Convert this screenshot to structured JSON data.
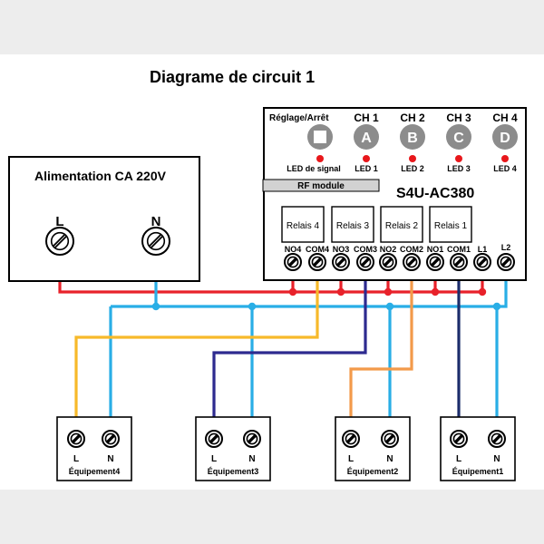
{
  "title": "Diagrame de circuit 1",
  "power_supply": {
    "label": "Alimentation CA 220V",
    "terminal_l": "L",
    "terminal_n": "N"
  },
  "module": {
    "model": "S4U-AC380",
    "rf_label": "RF module",
    "setup_label": "Réglage/Arrêt",
    "signal_led_label": "LED de signal",
    "channels": [
      {
        "name": "CH 1",
        "letter": "A",
        "led": "LED 1"
      },
      {
        "name": "CH 2",
        "letter": "B",
        "led": "LED 2"
      },
      {
        "name": "CH 3",
        "letter": "C",
        "led": "LED 3"
      },
      {
        "name": "CH 4",
        "letter": "D",
        "led": "LED 4"
      }
    ],
    "relays": [
      "Relais 4",
      "Relais 3",
      "Relais 2",
      "Relais 1"
    ],
    "terminals": [
      "NO4",
      "COM4",
      "NO3",
      "COM3",
      "NO2",
      "COM2",
      "NO1",
      "COM1",
      "L1",
      "L2"
    ]
  },
  "equipment": [
    {
      "name": "Équipement4",
      "l": "L",
      "n": "N"
    },
    {
      "name": "Équipement3",
      "l": "L",
      "n": "N"
    },
    {
      "name": "Équipement2",
      "l": "L",
      "n": "N"
    },
    {
      "name": "Équipement1",
      "l": "L",
      "n": "N"
    }
  ],
  "colors": {
    "live": "#e8212a",
    "neutral": "#29aee6",
    "ch4_wire": "#f7b92a",
    "ch3_wire": "#2d2a8f",
    "ch2_wire": "#f39a4a",
    "ch1_wire": "#1c2d6b",
    "led": "#e8171b",
    "button": "#8c8c8c"
  }
}
